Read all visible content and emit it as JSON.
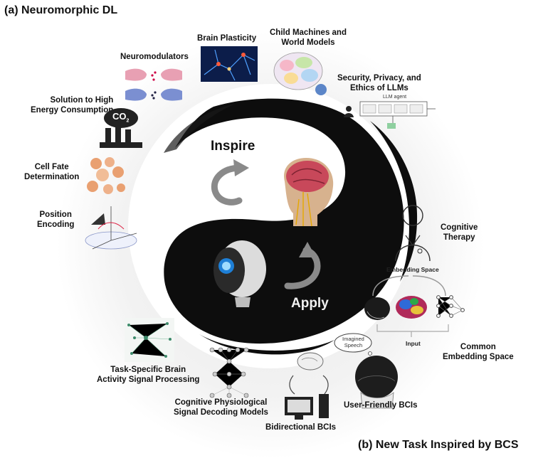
{
  "titles": {
    "top_left": "(a) Neuromorphic DL",
    "bottom_right": "(b) New Task Inspired by BCS"
  },
  "center": {
    "inspire": "Inspire",
    "apply": "Apply"
  },
  "topics": {
    "brain_plasticity": "Brain Plasticity",
    "child_machines": [
      "Child Machines and",
      "World Models"
    ],
    "security": [
      "Security, Privacy, and",
      "Ethics of LLMs"
    ],
    "neuromodulators": "Neuromodulators",
    "energy": [
      "Solution to High",
      "Energy Consumption"
    ],
    "cell_fate": [
      "Cell Fate",
      "Determination"
    ],
    "position_encoding": [
      "Position",
      "Encoding"
    ],
    "cognitive_therapy": [
      "Cognitive",
      "Therapy"
    ],
    "common_embedding": [
      "Common",
      "Embedding Space"
    ],
    "user_friendly": "User-Friendly  BCIs",
    "bidirectional": "Bidirectional BCIs",
    "cognitive_decoding": [
      "Cognitive Physiological",
      "Signal Decoding Models"
    ],
    "task_specific": [
      "Task-Specific Brain",
      "Activity Signal Processing"
    ]
  },
  "inner_labels": {
    "co2": "CO",
    "co2_sub": "2",
    "llm_agent": "LLM agent",
    "embedding_space": "Embedding Space",
    "input": "Input",
    "imagined_speech": [
      "Imagined",
      "Speech"
    ]
  },
  "colors": {
    "ink": "#0d0d0d",
    "brain_red": "#c8485a",
    "neuron_blue": "#1d4fa3",
    "cell_orange": "#e9a071",
    "text": "#111111"
  }
}
